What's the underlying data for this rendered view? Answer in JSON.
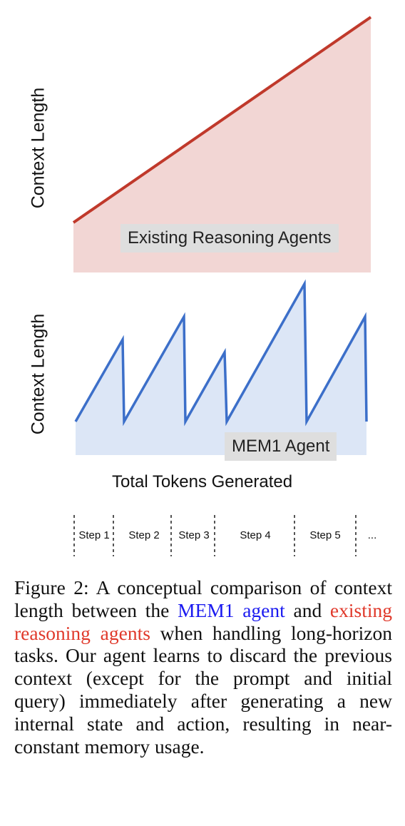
{
  "top_panel": {
    "ylabel": "Context Length",
    "box_label": "Existing Reasoning Agents",
    "line_color": "#c0392b",
    "fill_color": "#f2d6d4"
  },
  "bottom_panel": {
    "ylabel": "Context Length",
    "box_label": "MEM1 Agent",
    "xlabel": "Total Tokens Generated",
    "line_color": "#3c6fc9",
    "fill_color": "#dce6f6"
  },
  "steps": [
    "Step 1",
    "Step 2",
    "Step 3",
    "Step 4",
    "Step 5",
    "..."
  ],
  "caption": {
    "prefix": "Figure 2: A conceptual comparison of context length between the ",
    "mem1": "MEM1 agent",
    "middle": " and ",
    "existing": "existing reasoning agents",
    "suffix": " when handling long-horizon tasks. Our agent learns to discard the previous context (except for the prompt and initial query) immediately after generating a new internal state and action, resulting in near-constant memory usage."
  }
}
